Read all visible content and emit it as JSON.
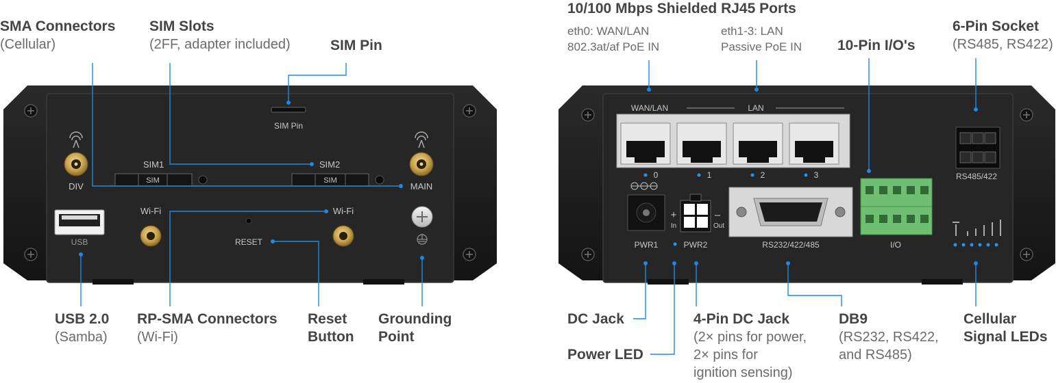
{
  "front": {
    "panel_labels": {
      "sim_pin": "SIM Pin",
      "sim1": "SIM1",
      "sim2": "SIM2",
      "sim": "SIM",
      "div": "DIV",
      "main": "MAIN",
      "usb": "USB",
      "wifi": "Wi-Fi",
      "reset": "RESET"
    },
    "callouts": {
      "sma_title": "SMA Connectors",
      "sma_sub": "(Cellular)",
      "sim_slots_title": "SIM Slots",
      "sim_slots_sub": "(2FF, adapter included)",
      "sim_pin_title": "SIM Pin",
      "usb_title": "USB 2.0",
      "usb_sub": "(Samba)",
      "rpsma_title": "RP-SMA Connectors",
      "rpsma_sub": "(Wi-Fi)",
      "reset_title_1": "Reset",
      "reset_title_2": "Button",
      "ground_title_1": "Grounding",
      "ground_title_2": "Point"
    }
  },
  "back": {
    "panel_labels": {
      "wan_lan": "WAN/LAN",
      "lan": "LAN",
      "port0": "0",
      "port1": "1",
      "port2": "2",
      "port3": "3",
      "pwr1": "PWR1",
      "pwr2": "PWR2",
      "plus": "+",
      "minus": "–",
      "in": "In",
      "out": "Out",
      "rs232": "RS232/422/485",
      "io": "I/O",
      "rs485": "RS485/422"
    },
    "callouts": {
      "rj45_title": "10/100 Mbps Shielded RJ45 Ports",
      "eth0_line1": "eth0: WAN/LAN",
      "eth0_line2": "802.3at/af PoE IN",
      "eth13_line1": "eth1-3: LAN",
      "eth13_line2": "Passive PoE IN",
      "io_title": "10-Pin I/O's",
      "sixpin_title": "6-Pin Socket",
      "sixpin_sub": "(RS485, RS422)",
      "dcjack_title": "DC Jack",
      "powerled_title": "Power LED",
      "fourpin_title": "4-Pin DC Jack",
      "fourpin_sub1": "(2× pins for power,",
      "fourpin_sub2": "2× pins for",
      "fourpin_sub3": "ignition sensing)",
      "db9_title": "DB9",
      "db9_sub1": "(RS232, RS422,",
      "db9_sub2": "and RS485)",
      "cell_title_1": "Cellular",
      "cell_title_2": "Signal LEDs"
    }
  },
  "colors": {
    "leader": "#1e88e5",
    "device_body": "#1c1c1c",
    "panel": "#2b2b2b",
    "gold": "#c9a552",
    "terminal_green": "#6fbf73"
  }
}
